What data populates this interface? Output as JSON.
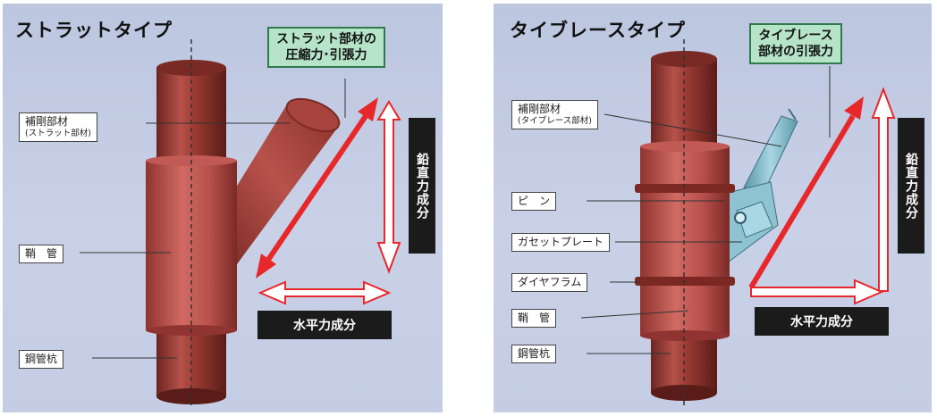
{
  "left": {
    "title": "ストラットタイプ",
    "callout_line1": "ストラット部材の",
    "callout_line2": "圧縮力･引張力",
    "label_brace_main": "補剛部材",
    "label_brace_sub": "(ストラット部材)",
    "label_sheath": "鞘　管",
    "label_pile": "鋼管杭",
    "vertical_component": "鉛直力成分",
    "horizontal_component": "水平力成分"
  },
  "right": {
    "title": "タイブレースタイプ",
    "callout_line1": "タイブレース",
    "callout_line2": "部材の引張力",
    "label_brace_main": "補剛部材",
    "label_brace_sub": "(タイブレース部材)",
    "label_pin": "ピ　ン",
    "label_gusset": "ガセットプレート",
    "label_diaphragm": "ダイヤフラム",
    "label_sheath": "鞘　管",
    "label_pile": "鋼管杭",
    "vertical_component": "鉛直力成分",
    "horizontal_component": "水平力成分"
  },
  "colors": {
    "pipe": "#9b3a33",
    "pipe_highlight": "#c86a60",
    "sheath": "#c45652",
    "brace_steel": "#7fb7c8",
    "force_arrow": "#e8272b",
    "callout_bg": "#b6e4c8",
    "dark_box": "#1b1b1b"
  }
}
